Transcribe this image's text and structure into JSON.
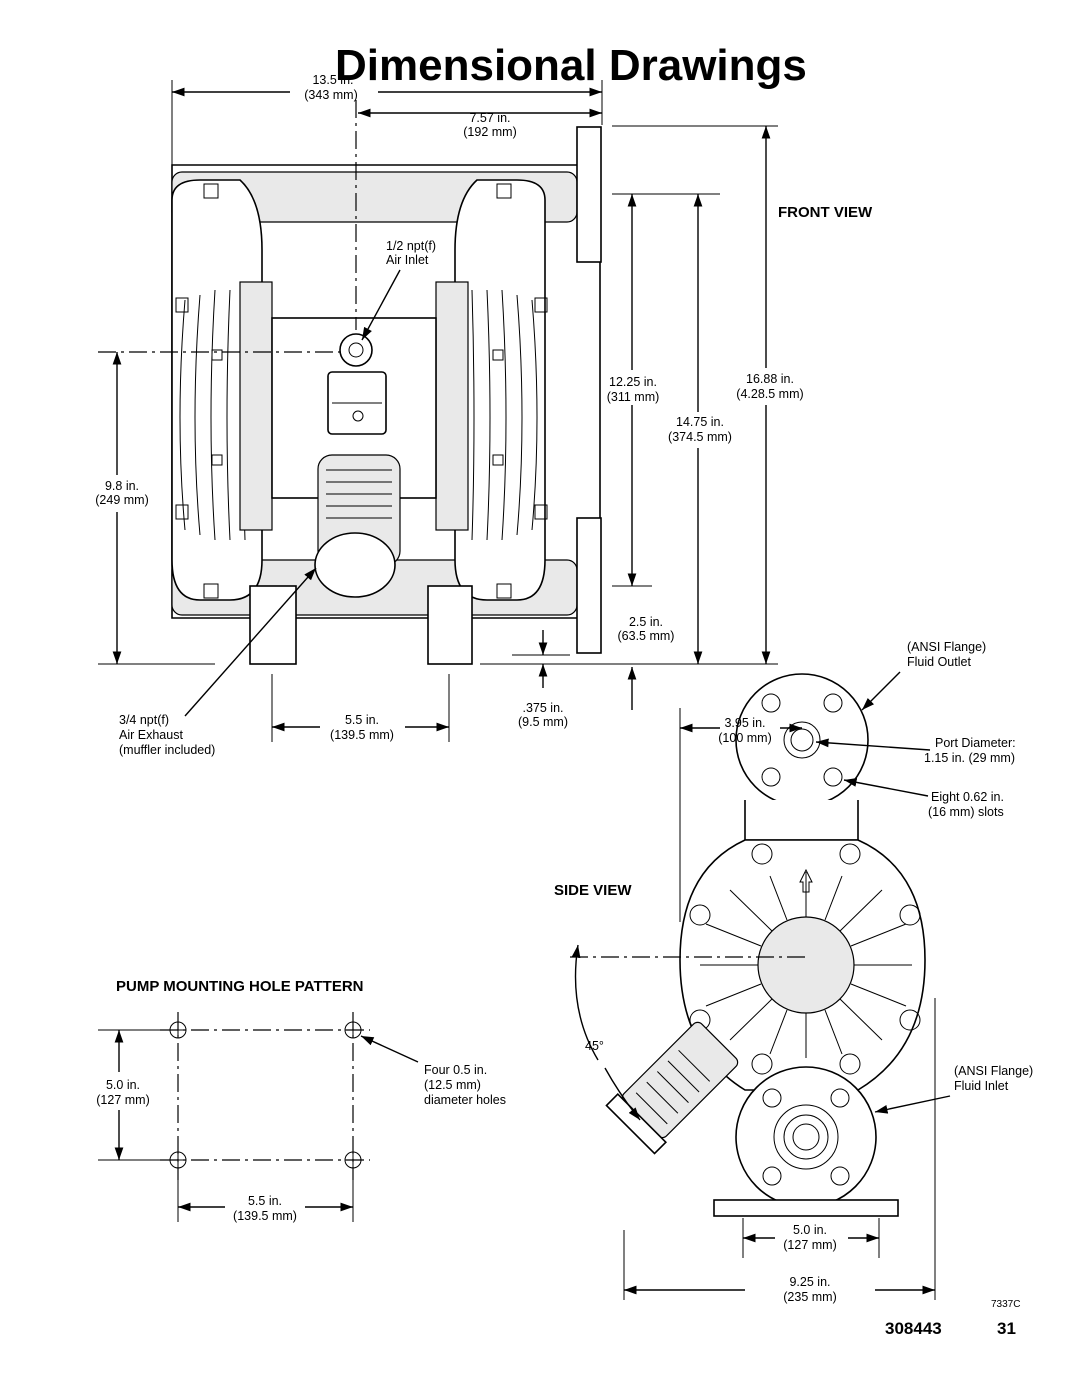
{
  "page": {
    "title": "Dimensional Drawings",
    "doc_number": "308443",
    "page_number": "31",
    "figure_id": "7337C"
  },
  "front_view": {
    "heading": "FRONT VIEW",
    "overall_width": [
      "13.5 in.",
      "(343 mm)"
    ],
    "center_to_outlet": [
      "7.57 in.",
      "(192 mm)"
    ],
    "air_inlet": [
      "1/2 npt(f)",
      "Air Inlet"
    ],
    "flange_height": [
      "12.25 in.",
      "(311 mm)"
    ],
    "outlet_height": [
      "14.75 in.",
      "(374.5 mm)"
    ],
    "overall_height": [
      "16.88 in.",
      "(4.28.5 mm)"
    ],
    "inlet_height": [
      "2.5 in.",
      "(63.5 mm)"
    ],
    "base_offset": [
      ".375 in.",
      "(9.5 mm)"
    ],
    "air_height": [
      "9.8 in.",
      "(249 mm)"
    ],
    "air_exhaust": [
      "3/4 npt(f)",
      "Air Exhaust",
      "(muffler included)"
    ],
    "feet_spacing": [
      "5.5 in.",
      "(139.5 mm)"
    ]
  },
  "side_view": {
    "heading": "SIDE VIEW",
    "outlet_flange": [
      "(ANSI Flange)",
      "Fluid Outlet"
    ],
    "center_offset": [
      "3.95 in.",
      "(100 mm)"
    ],
    "port_diameter": [
      "Port Diameter:",
      "1.15 in. (29 mm)"
    ],
    "slots": [
      "Eight 0.62 in.",
      "(16 mm) slots"
    ],
    "angle": "45°",
    "inlet_flange": [
      "(ANSI Flange)",
      "Fluid Inlet"
    ],
    "base_spacing": [
      "5.0 in.",
      "(127 mm)"
    ],
    "overall_depth": [
      "9.25 in.",
      "(235 mm)"
    ]
  },
  "mounting": {
    "heading": "PUMP MOUNTING HOLE PATTERN",
    "vertical_spacing": [
      "5.0 in.",
      "(127 mm)"
    ],
    "holes": [
      "Four 0.5 in.",
      "(12.5 mm)",
      "diameter holes"
    ],
    "horizontal_spacing": [
      "5.5 in.",
      "(139.5 mm)"
    ]
  }
}
